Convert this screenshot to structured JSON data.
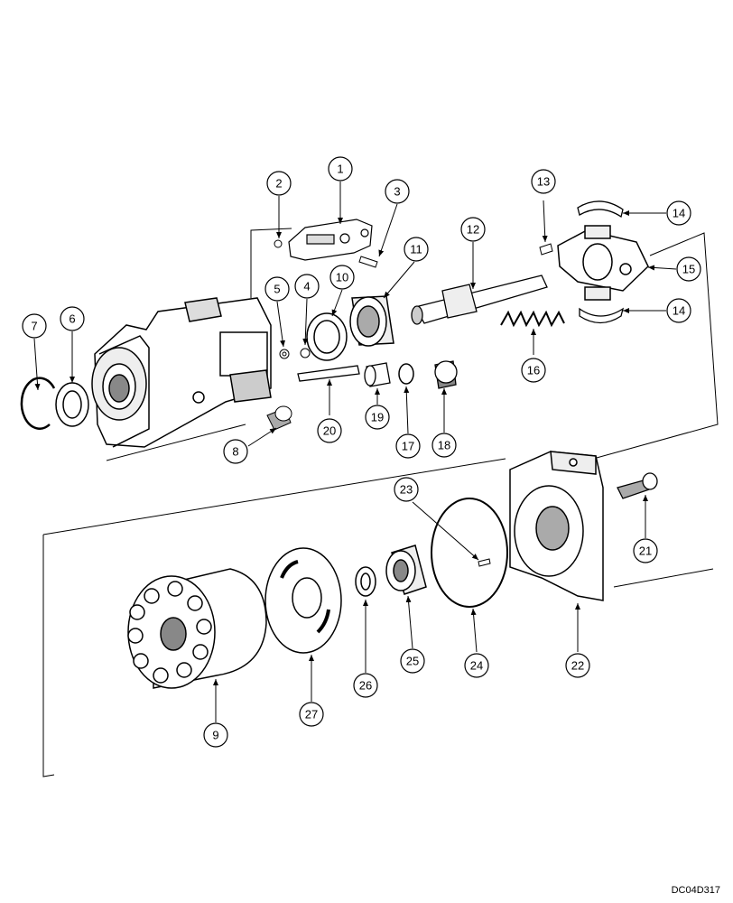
{
  "drawing_code": "DC04D317",
  "callouts": [
    "1",
    "2",
    "3",
    "4",
    "5",
    "6",
    "7",
    "8",
    "9",
    "10",
    "11",
    "12",
    "13",
    "14",
    "14",
    "15",
    "16",
    "17",
    "18",
    "19",
    "20",
    "21",
    "22",
    "23",
    "24",
    "25",
    "26",
    "27"
  ],
  "colors": {
    "ink": "#000000",
    "paper": "#ffffff",
    "shade": "#8a8a8a"
  }
}
